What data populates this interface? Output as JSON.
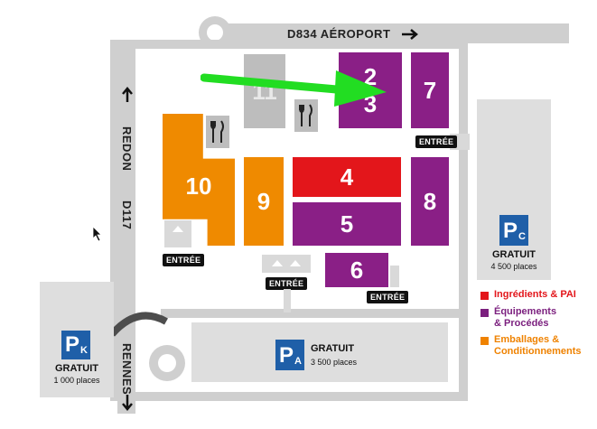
{
  "roads": {
    "top_label": "D834  AÉROPORT",
    "left_top_label": "REDON",
    "left_mid_label": "D117",
    "left_bottom_label": "RENNES"
  },
  "halls": [
    {
      "id": "2",
      "label": "2"
    },
    {
      "id": "3",
      "label": "3"
    },
    {
      "id": "7",
      "label": "7"
    },
    {
      "id": "11",
      "label": "11"
    },
    {
      "id": "10",
      "label": "10"
    },
    {
      "id": "9",
      "label": "9"
    },
    {
      "id": "4",
      "label": "4"
    },
    {
      "id": "5",
      "label": "5"
    },
    {
      "id": "8",
      "label": "8"
    },
    {
      "id": "6",
      "label": "6"
    }
  ],
  "entrances": {
    "label": "ENTRÉE"
  },
  "parkings": {
    "pc": {
      "letter": "P",
      "sub": "C",
      "title": "GRATUIT",
      "places": "4 500 places"
    },
    "pa": {
      "letter": "P",
      "sub": "A",
      "title": "GRATUIT",
      "places": "3 500 places"
    },
    "pk": {
      "letter": "P",
      "sub": "K",
      "title": "GRATUIT",
      "places": "1 000 places"
    }
  },
  "legend": [
    {
      "text": "Ingrédients & PAI",
      "color": "#e3161b"
    },
    {
      "text": "Équipements & Procédés",
      "color": "#7b1f7e"
    },
    {
      "text": "Emballages & Conditionnements",
      "color": "#ef8200"
    }
  ],
  "colors": {
    "red": "#e3161b",
    "purple": "#8a1f86",
    "orange": "#ef8a00",
    "grey_hall": "#bdbdbd",
    "road": "#cfcfcf",
    "parking": "#dedede",
    "p_badge": "#1f5fa8",
    "arrow": "#22dd22"
  }
}
